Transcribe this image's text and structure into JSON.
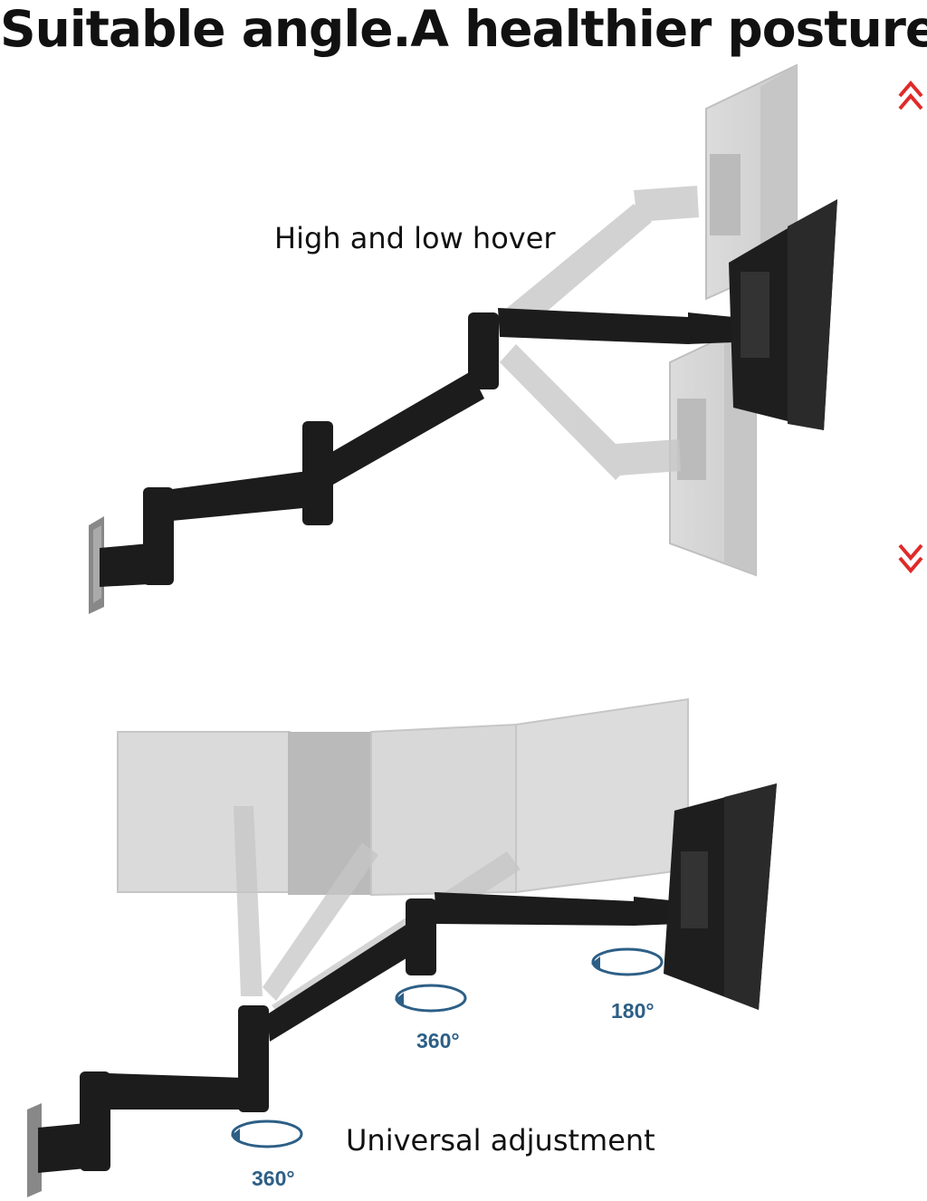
{
  "headline": "Suitable angle.A healthier posture",
  "top_panel": {
    "label": "High and low hover"
  },
  "bottom_panel": {
    "label": "Universal adjustment",
    "rotation_labels": [
      "360°",
      "180°",
      "360°"
    ]
  },
  "colors": {
    "arm": "#1c1c1c",
    "ghost": "#c9c9c9",
    "arrow_red": "#e02a2a",
    "rotation_blue": "#2d5f86"
  }
}
